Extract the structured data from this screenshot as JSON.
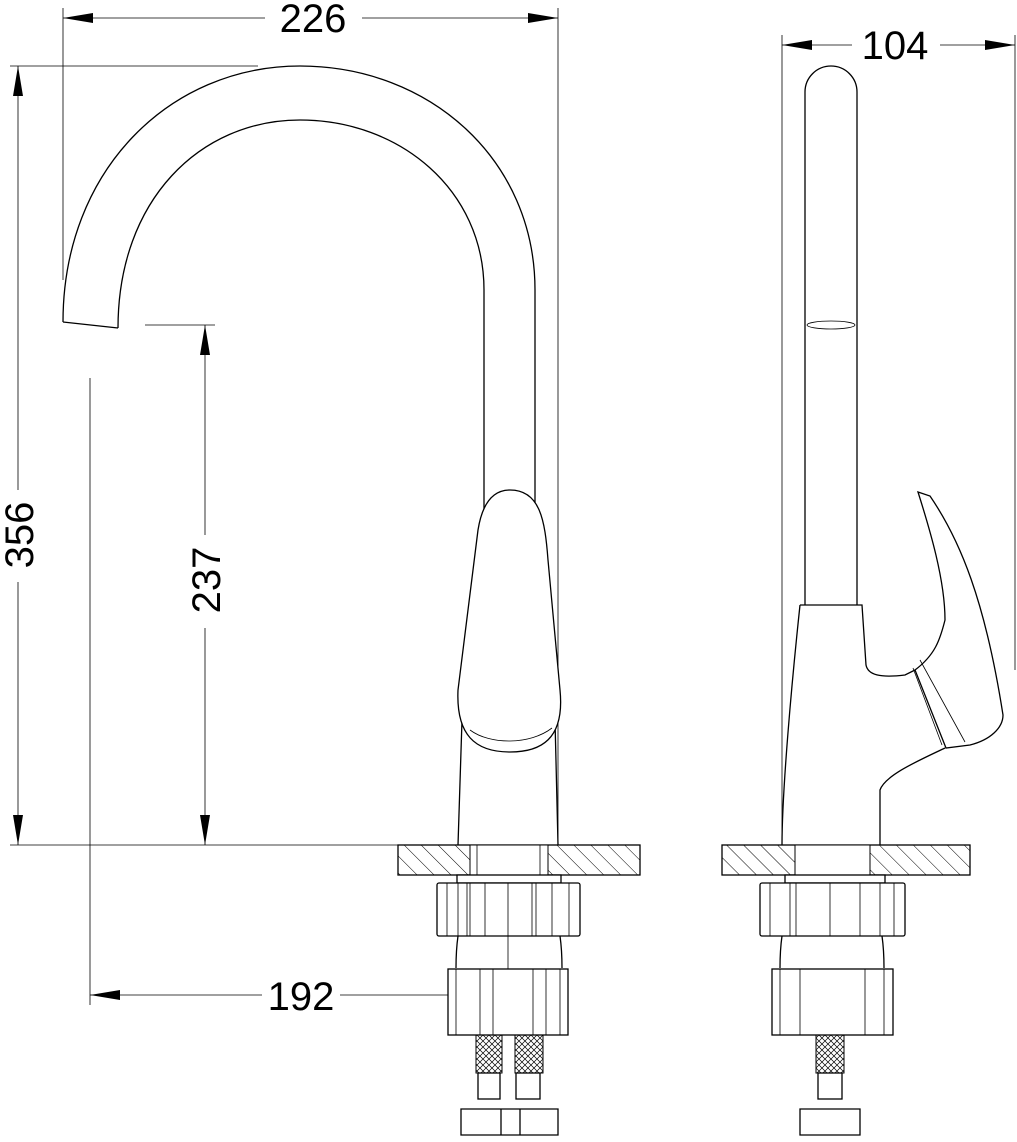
{
  "drawing": {
    "title": "Faucet technical drawing",
    "dimensions": {
      "spout_reach": "226",
      "side_depth": "104",
      "total_height": "356",
      "spout_clearance": "237",
      "spout_to_mount": "192"
    },
    "line_color": "#000000",
    "background": "#ffffff"
  }
}
